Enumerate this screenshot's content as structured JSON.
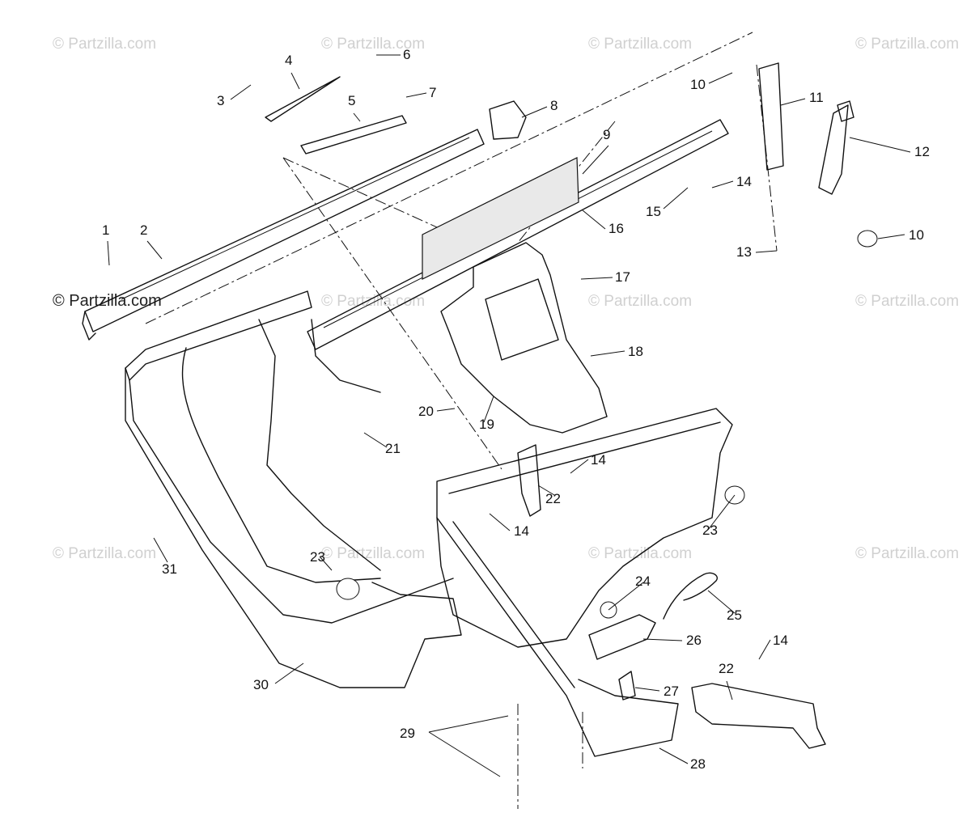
{
  "watermark": "© Partzilla.com",
  "callouts": [
    {
      "id": "c1",
      "text": "1"
    },
    {
      "id": "c2",
      "text": "2"
    },
    {
      "id": "c3",
      "text": "3"
    },
    {
      "id": "c4",
      "text": "4"
    },
    {
      "id": "c5",
      "text": "5"
    },
    {
      "id": "c6",
      "text": "6"
    },
    {
      "id": "c7",
      "text": "7"
    },
    {
      "id": "c8",
      "text": "8"
    },
    {
      "id": "c9",
      "text": "9"
    },
    {
      "id": "c10a",
      "text": "10"
    },
    {
      "id": "c10b",
      "text": "10"
    },
    {
      "id": "c11",
      "text": "11"
    },
    {
      "id": "c12",
      "text": "12"
    },
    {
      "id": "c13",
      "text": "13"
    },
    {
      "id": "c14a",
      "text": "14"
    },
    {
      "id": "c14b",
      "text": "14"
    },
    {
      "id": "c14c",
      "text": "14"
    },
    {
      "id": "c14d",
      "text": "14"
    },
    {
      "id": "c15",
      "text": "15"
    },
    {
      "id": "c16",
      "text": "16"
    },
    {
      "id": "c17",
      "text": "17"
    },
    {
      "id": "c18",
      "text": "18"
    },
    {
      "id": "c19",
      "text": "19"
    },
    {
      "id": "c20",
      "text": "20"
    },
    {
      "id": "c21",
      "text": "21"
    },
    {
      "id": "c22a",
      "text": "22"
    },
    {
      "id": "c22b",
      "text": "22"
    },
    {
      "id": "c23a",
      "text": "23"
    },
    {
      "id": "c23b",
      "text": "23"
    },
    {
      "id": "c24",
      "text": "24"
    },
    {
      "id": "c25",
      "text": "25"
    },
    {
      "id": "c26",
      "text": "26"
    },
    {
      "id": "c27",
      "text": "27"
    },
    {
      "id": "c28",
      "text": "28"
    },
    {
      "id": "c29",
      "text": "29"
    },
    {
      "id": "c30",
      "text": "30"
    },
    {
      "id": "c31",
      "text": "31"
    }
  ]
}
